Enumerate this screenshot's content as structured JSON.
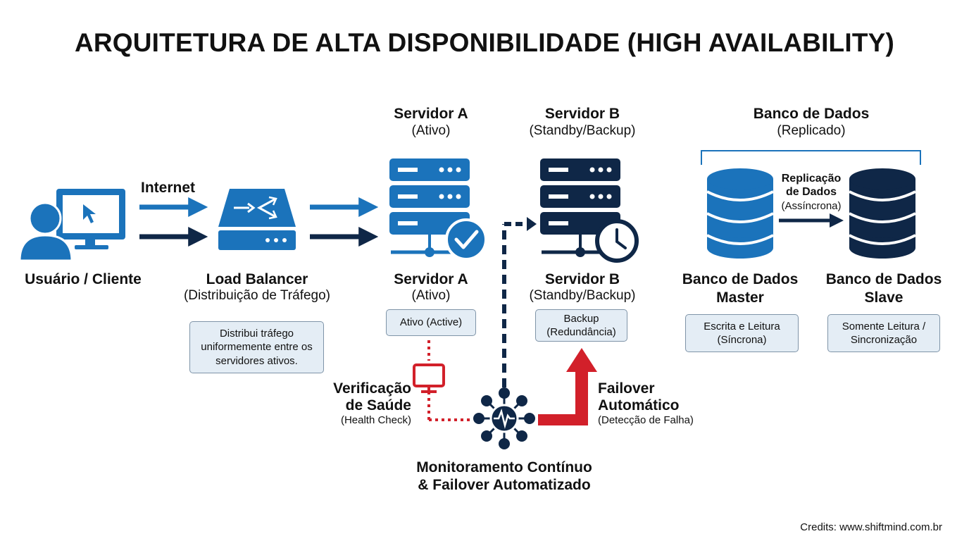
{
  "title": "ARQUITETURA DE ALTA DISPONIBILIDADE (HIGH AVAILABILITY)",
  "internet_label": "Internet",
  "client": {
    "label": "Usuário / Cliente"
  },
  "load_balancer": {
    "label": "Load Balancer",
    "sub": "(Distribuição de Tráfego)",
    "desc_line1": "Distribui tráfego",
    "desc_line2": "uniformemente entre os",
    "desc_line3": "servidores ativos."
  },
  "server_a": {
    "top_label": "Servidor A",
    "top_sub": "(Ativo)",
    "label": "Servidor A",
    "sub": "(Ativo)",
    "status": "Ativo (Active)"
  },
  "server_b": {
    "top_label": "Servidor B",
    "top_sub": "(Standby/Backup)",
    "label": "Servidor B",
    "sub": "(Standby/Backup)",
    "status_line1": "Backup",
    "status_line2": "(Redundância)"
  },
  "database": {
    "group_label": "Banco de Dados",
    "group_sub": "(Replicado)",
    "replication_line1": "Replicação",
    "replication_line2": "de Dados",
    "replication_sub": "(Assíncrona)",
    "master_line1": "Banco de Dados",
    "master_line2": "Master",
    "master_desc_line1": "Escrita e Leitura",
    "master_desc_line2": "(Síncrona)",
    "slave_line1": "Banco de Dados",
    "slave_line2": "Slave",
    "slave_desc_line1": "Somente Leitura /",
    "slave_desc_line2": "Sincronização"
  },
  "health_check": {
    "line1": "Verificação",
    "line2": "de Saúde",
    "sub": "(Health Check)"
  },
  "failover": {
    "line1": "Failover",
    "line2": "Automático",
    "sub": "(Detecção de Falha)"
  },
  "monitoring": {
    "line1": "Monitoramento Contínuo",
    "line2": "& Failover Automatizado"
  },
  "credits": "Credits: www.shiftmind.com.br",
  "colors": {
    "blue": "#1b73bb",
    "navy": "#0f2747",
    "red": "#d2202a",
    "box_fill": "#e4edf5",
    "box_border": "#7f94a8"
  }
}
